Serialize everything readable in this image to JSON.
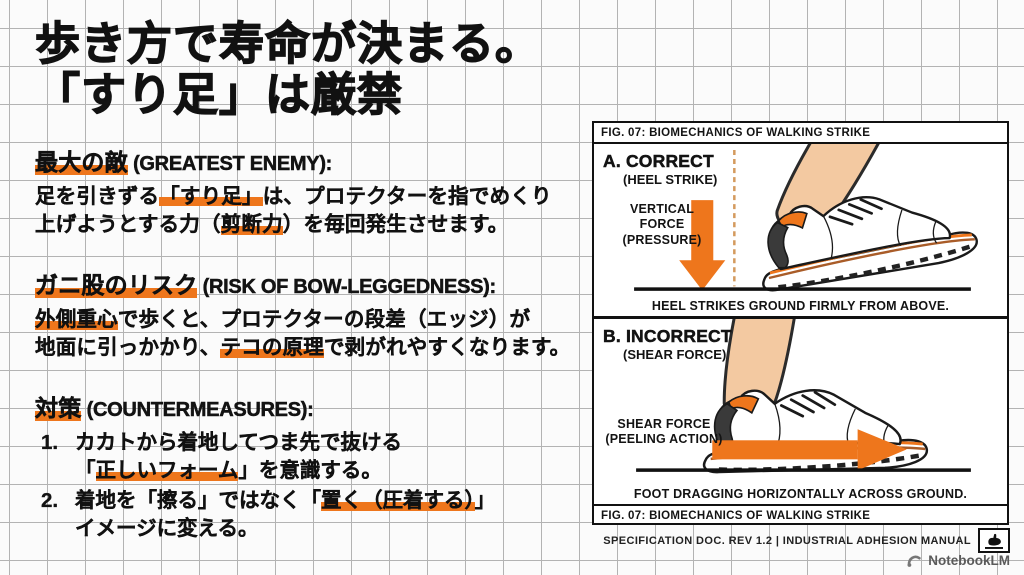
{
  "title": {
    "line1": "歩き方で寿命が決まる。",
    "line2": "「すり足」は厳禁"
  },
  "sections": {
    "s1": {
      "head_jp": "最大の敵",
      "head_en": " (GREATEST ENEMY):",
      "l1a": "足を引きずる",
      "l1b": "「すり足」",
      "l1c": "は、プロテクターを指でめくり",
      "l2a": "上げようとする力（",
      "l2b": "剪断力",
      "l2c": "）を毎回発生させます。"
    },
    "s2": {
      "head_jp": "ガニ股のリスク",
      "head_en": " (RISK OF BOW-LEGGEDNESS):",
      "l1a": "外側重心",
      "l1b": "で歩くと、プロテクターの段差（エッジ）が",
      "l2a": "地面に引っかかり、",
      "l2b": "テコの原理",
      "l2c": "で剥がれやすくなります。"
    },
    "s3": {
      "head_jp": "対策",
      "head_en": " (COUNTERMEASURES):",
      "num1": "1.",
      "i1l1": "カカトから着地してつま先で抜ける",
      "i1l2a": "「",
      "i1l2b": "正しいフォーム",
      "i1l2c": "」を意識する。",
      "num2": "2.",
      "i2l1a": "着地を「擦る」ではなく「",
      "i2l1b": "置く（圧着する）",
      "i2l1c": "」",
      "i2l2": "イメージに変える。"
    }
  },
  "figure": {
    "header": "FIG. 07: BIOMECHANICS OF WALKING STRIKE",
    "footer": "FIG. 07: BIOMECHANICS OF WALKING STRIKE",
    "a": {
      "label": "A. CORRECT",
      "sub": "(HEEL STRIKE)",
      "force1": "VERTICAL",
      "force2": "FORCE",
      "force3": "(PRESSURE)",
      "caption": "HEEL STRIKES GROUND FIRMLY FROM ABOVE."
    },
    "b": {
      "label": "B. INCORRECT",
      "sub": "(SHEAR FORCE)",
      "force1": "SHEAR FORCE",
      "force2": "(PEELING ACTION)",
      "caption": "FOOT DRAGGING HORIZONTALLY ACROSS GROUND."
    }
  },
  "footer": {
    "spec": "SPECIFICATION DOC. REV 1.2 | INDUSTRIAL ADHESION MANUAL",
    "watermark": "NotebookLM"
  },
  "colors": {
    "accent_orange": "#ee761c",
    "heel_dark": "#3a3a3a",
    "skin": "#f3c9a1",
    "sole_brown": "#a95c28",
    "grid_gray": "#b3b3b3"
  }
}
